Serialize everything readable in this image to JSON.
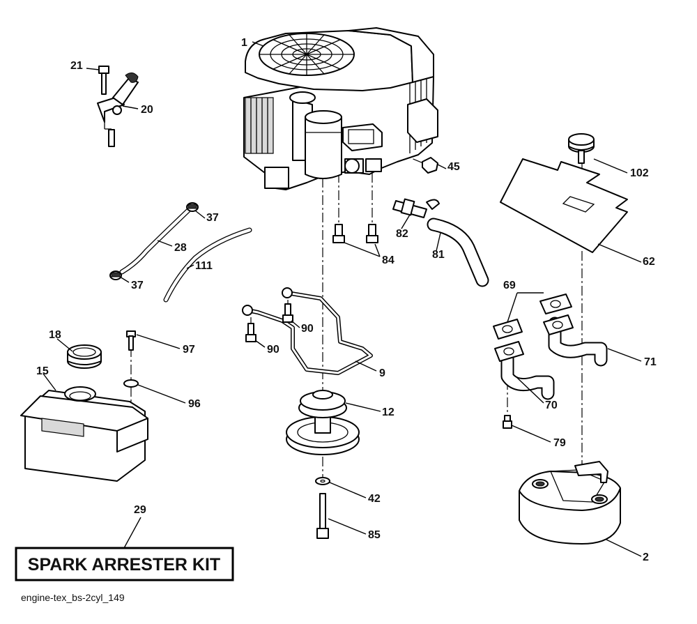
{
  "diagram": {
    "callouts": [
      "1",
      "2",
      "9",
      "12",
      "15",
      "18",
      "20",
      "21",
      "28",
      "29",
      "37",
      "37",
      "42",
      "45",
      "62",
      "69",
      "70",
      "71",
      "79",
      "81",
      "82",
      "84",
      "85",
      "90",
      "90",
      "96",
      "97",
      "102",
      "111"
    ],
    "kit_label": "SPARK ARRESTER KIT",
    "caption": "engine-tex_bs-2cyl_149"
  }
}
